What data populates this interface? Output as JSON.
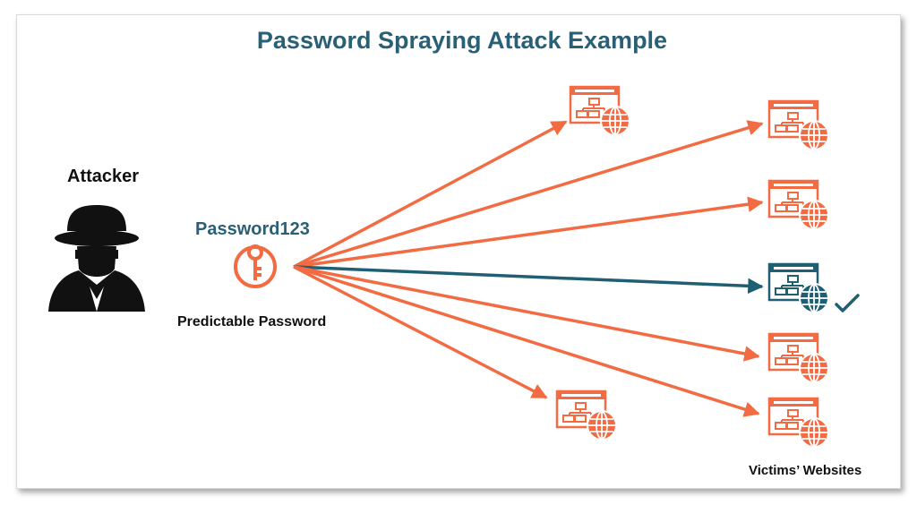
{
  "title": "Password Spraying Attack Example",
  "attacker": {
    "label": "Attacker",
    "icon": "spy-icon"
  },
  "password": {
    "text": "Password123",
    "label": "Predictable Password",
    "icon": "key-icon"
  },
  "victims": {
    "label": "Victims’ Websites",
    "sites": [
      {
        "icon": "website-icon",
        "compromised": false
      },
      {
        "icon": "website-icon",
        "compromised": false
      },
      {
        "icon": "website-icon",
        "compromised": false
      },
      {
        "icon": "website-icon",
        "compromised": true
      },
      {
        "icon": "website-icon",
        "compromised": false
      },
      {
        "icon": "website-icon",
        "compromised": false
      },
      {
        "icon": "website-icon",
        "compromised": false
      }
    ]
  },
  "colors": {
    "attack": "#f26b43",
    "success": "#1f5f73",
    "title": "#2a6075",
    "check": "#1f5f73"
  }
}
